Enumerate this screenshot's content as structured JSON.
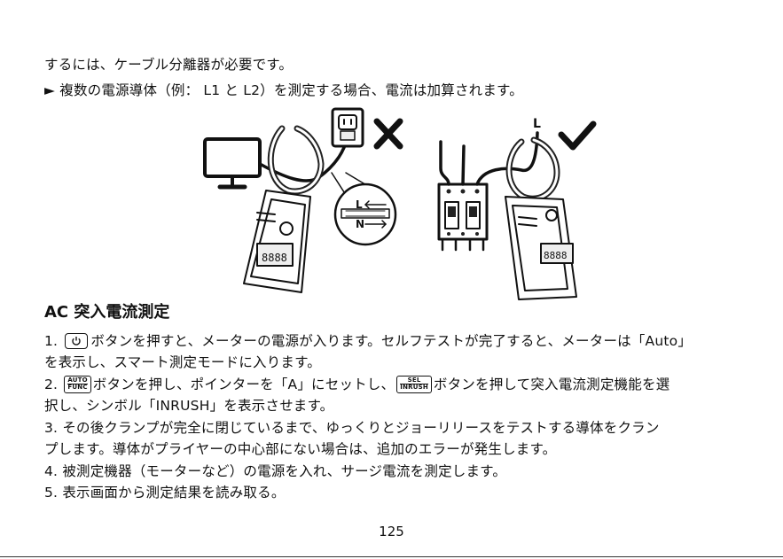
{
  "intro": {
    "line1": "するには、ケーブル分離器が必要です。",
    "bullet_marker": "►",
    "line2": "複数の電源導体（例： L1 と L2）を測定する場合、電流は加算されます。"
  },
  "figure": {
    "bad_label_L": "L",
    "bad_label_N": "N",
    "good_label_L": "L",
    "bad_mark": "cross-mark",
    "good_mark": "check-mark"
  },
  "section": {
    "heading": "AC 突入電流測定"
  },
  "steps": {
    "s1_prefix": "1. ",
    "s1_text_a": "ボタンを押すと、メーターの電源が入ります。セルフテストが完了すると、メーターは「Auto」",
    "s1_text_b": "を表示し、スマート測定モードに入ります。",
    "s2_prefix": "2. ",
    "key_auto_top": "AUTO",
    "key_auto_bottom": "FUNC",
    "s2_text_a": "ボタンを押し、ポインターを「A」にセットし、",
    "key_sel_top": "SEL",
    "key_sel_bottom": "INRUSH",
    "s2_text_b": "ボタンを押して突入電流測定機能を選",
    "s2_text_c": "択し、シンボル「INRUSH」を表示させます。",
    "s3_text_a": "3. その後クランプが完全に閉じているまで、ゆっくりとジョーリリースをテストする導体をクラン",
    "s3_text_b": "プします。導体がプライヤーの中心部にない場合は、追加のエラーが発生します。",
    "s4_text": "4. 被測定機器（モーターなど）の電源を入れ、サージ電流を測定します。",
    "s5_text": "5. 表示画面から測定結果を読み取る。"
  },
  "footer": {
    "page_number": "125"
  }
}
